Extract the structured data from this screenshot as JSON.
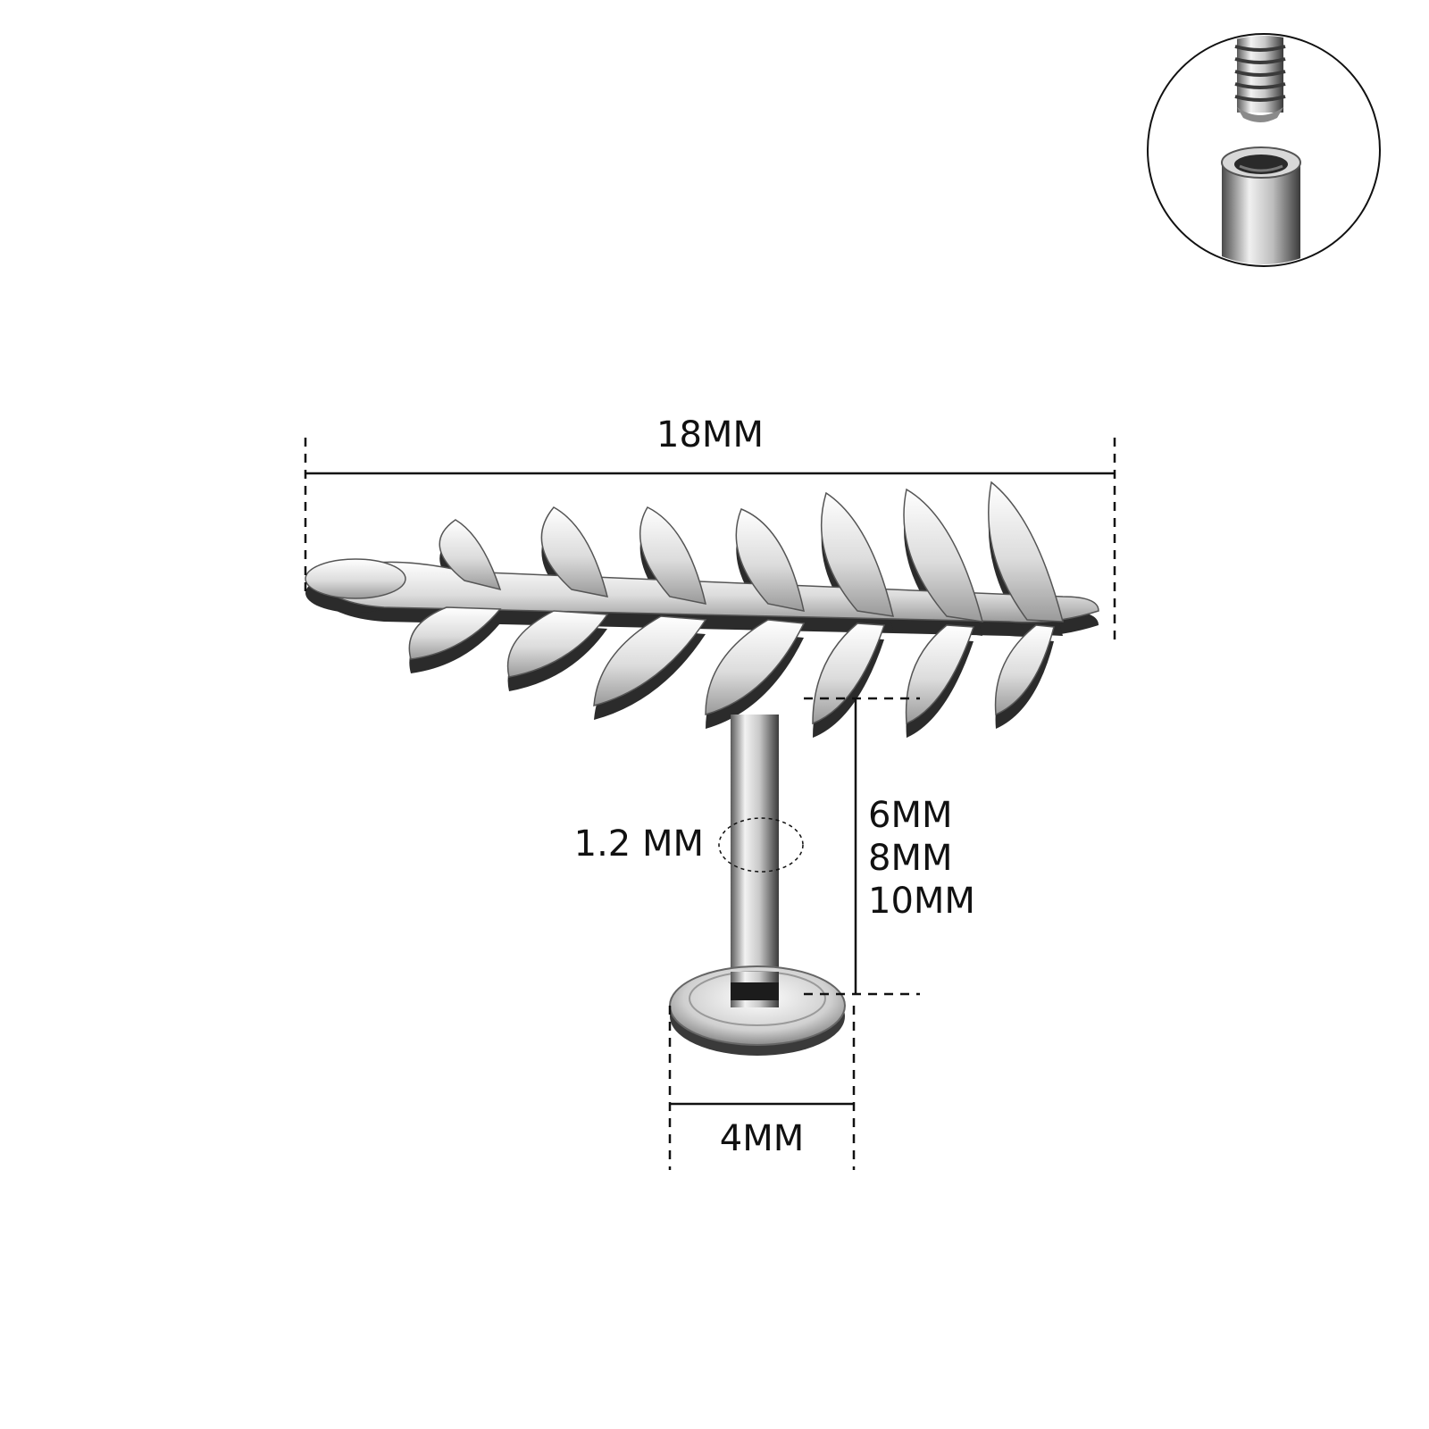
{
  "colors": {
    "background": "#ffffff",
    "dimension_line": "#111111",
    "metal_light": "#f4f4f4",
    "metal_mid": "#b9b9b9",
    "metal_dark": "#1a1a1a"
  },
  "dimensions": {
    "width_label": "18MM",
    "gauge_label": "1.2 MM",
    "length_labels": [
      "6MM",
      "8MM",
      "10MM"
    ],
    "disc_label": "4MM"
  },
  "inset": {
    "icon": "internal-thread-detail-icon"
  }
}
